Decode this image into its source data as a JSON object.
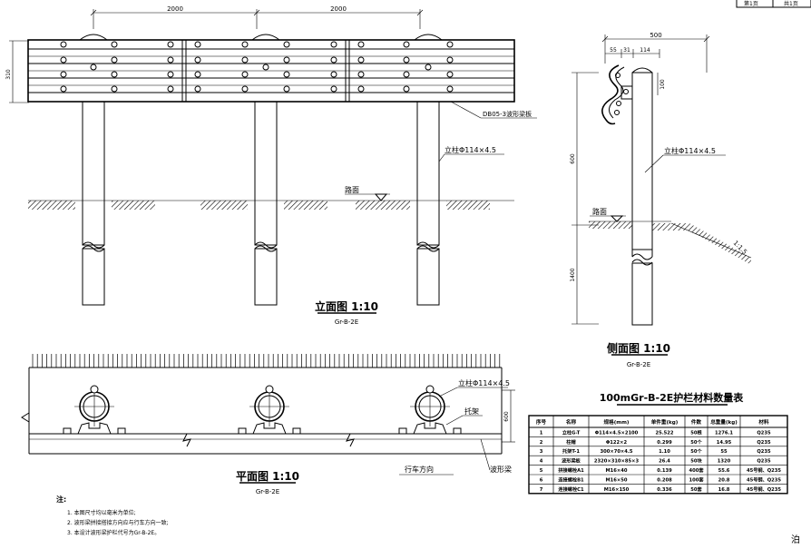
{
  "corner_labels": {
    "left": "第1页",
    "right": "共1页"
  },
  "elevation": {
    "dim_top_left": "2000",
    "dim_top_right": "2000",
    "dim_height": "310",
    "label_beam": "DB05-3波形梁板",
    "label_post": "立柱Φ114×4.5",
    "label_road": "路面",
    "title": "立面图 1:10",
    "subtitle": "Gr-B-2E"
  },
  "side": {
    "dim_total": "500",
    "dim_a": "55",
    "dim_b": "31",
    "dim_c": "114",
    "dim_100": "100",
    "dim_600": "600",
    "dim_1400": "1400",
    "label_post": "立柱Φ114×4.5",
    "label_road": "路面",
    "label_slope": "1:1.5",
    "title": "侧面图 1:10",
    "subtitle": "Gr-B-2E"
  },
  "plan": {
    "label_post": "立柱Φ114×4.5",
    "label_bracket": "托架",
    "label_direction": "行车方向",
    "label_beam": "波形梁",
    "dim_width": "600",
    "title": "平面图 1:10",
    "subtitle": "Gr-B-2E"
  },
  "notes": {
    "title": "注:",
    "items": [
      "1. 本图尺寸均以毫米为单位;",
      "2. 波形梁拼接搭接方向应与行车方向一致;",
      "3. 本设计波形梁护栏代号为Gr-B-2E。"
    ]
  },
  "table": {
    "title": "100mGr-B-2E护栏材料数量表",
    "headers": [
      "序号",
      "名称",
      "规格(mm)",
      "单件重(kg)",
      "件数",
      "总重量(kg)",
      "材料"
    ],
    "rows": [
      [
        "1",
        "立柱G-T",
        "Φ114×4.5×2100",
        "25.522",
        "50根",
        "1276.1",
        "Q235"
      ],
      [
        "2",
        "柱帽",
        "Φ122×2",
        "0.299",
        "50个",
        "14.95",
        "Q235"
      ],
      [
        "3",
        "托架T-1",
        "300×70×4.5",
        "1.10",
        "50个",
        "55",
        "Q235"
      ],
      [
        "4",
        "波形梁板",
        "2320×310×85×3",
        "26.4",
        "50块",
        "1320",
        "Q235"
      ],
      [
        "5",
        "拼接螺栓A1",
        "M16×40",
        "0.139",
        "400套",
        "55.6",
        "45号钢、Q235"
      ],
      [
        "6",
        "连接螺栓B1",
        "M16×50",
        "0.208",
        "100套",
        "20.8",
        "45号钢、Q235"
      ],
      [
        "7",
        "连接螺栓C1",
        "M16×150",
        "0.336",
        "50套",
        "16.8",
        "45号钢、Q235"
      ]
    ]
  }
}
